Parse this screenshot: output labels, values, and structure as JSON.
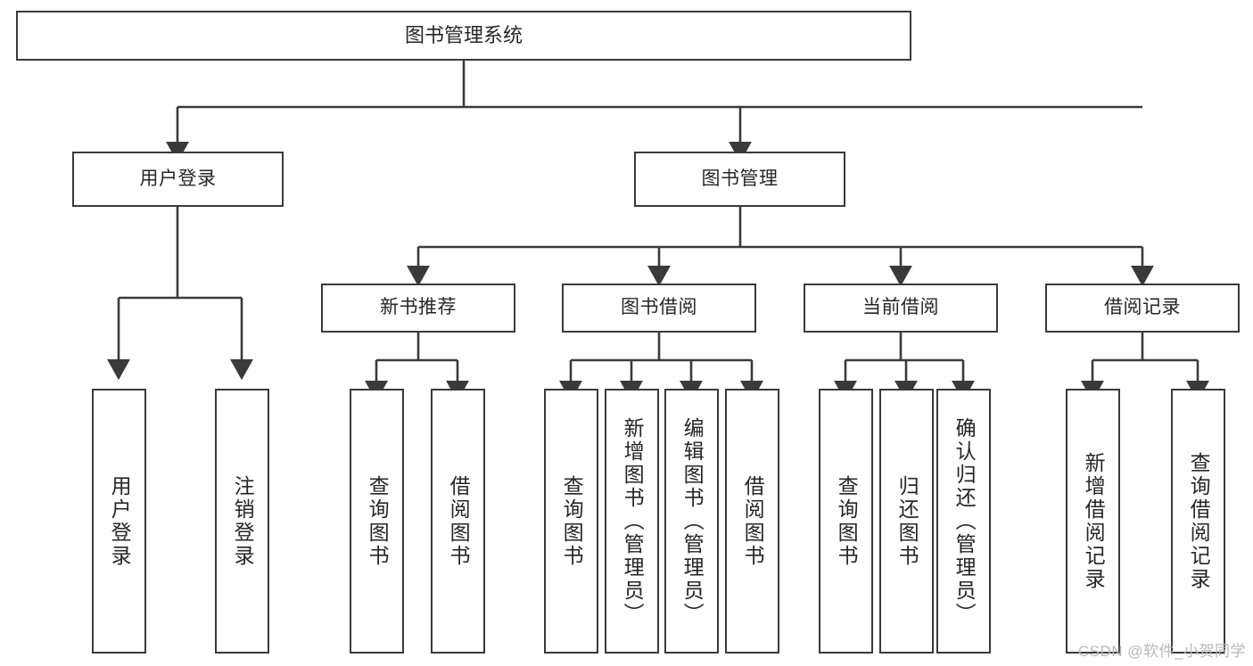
{
  "diagram": {
    "title": "图书管理系统",
    "type": "tree-hierarchy-chart",
    "colors": {
      "box_border": "#3a3a3a",
      "box_fill": "#ffffff",
      "connector": "#3a3a3a",
      "text": "#262626",
      "watermark": "#b9b9b9",
      "background": "#ffffff"
    },
    "levels": {
      "root": {
        "label": "图书管理系统"
      },
      "level2": [
        {
          "id": "user-login",
          "label": "用户登录"
        },
        {
          "id": "book-management",
          "label": "图书管理"
        }
      ],
      "level3": [
        {
          "id": "new-book-recommend",
          "label": "新书推荐",
          "parent": "book-management"
        },
        {
          "id": "book-borrow",
          "label": "图书借阅",
          "parent": "book-management"
        },
        {
          "id": "current-borrow",
          "label": "当前借阅",
          "parent": "book-management"
        },
        {
          "id": "borrow-record",
          "label": "借阅记录",
          "parent": "book-management"
        }
      ],
      "leaves": [
        {
          "id": "leaf-user-login",
          "label": "用户登录",
          "parent": "user-login"
        },
        {
          "id": "leaf-logout",
          "label": "注销登录",
          "parent": "user-login"
        },
        {
          "id": "leaf-query-book-1",
          "label": "查询图书",
          "parent": "new-book-recommend"
        },
        {
          "id": "leaf-borrow-book-1",
          "label": "借阅图书",
          "parent": "new-book-recommend"
        },
        {
          "id": "leaf-query-book-2",
          "label": "查询图书",
          "parent": "book-borrow"
        },
        {
          "id": "leaf-add-book",
          "label": "新增图书（管理员）",
          "parent": "book-borrow"
        },
        {
          "id": "leaf-edit-book",
          "label": "编辑图书（管理员）",
          "parent": "book-borrow"
        },
        {
          "id": "leaf-borrow-book-2",
          "label": "借阅图书",
          "parent": "book-borrow"
        },
        {
          "id": "leaf-query-book-3",
          "label": "查询图书",
          "parent": "current-borrow"
        },
        {
          "id": "leaf-return-book",
          "label": "归还图书",
          "parent": "current-borrow"
        },
        {
          "id": "leaf-confirm-return",
          "label": "确认归还（管理员）",
          "parent": "current-borrow"
        },
        {
          "id": "leaf-add-record",
          "label": "新增借阅记录",
          "parent": "borrow-record"
        },
        {
          "id": "leaf-query-record",
          "label": "查询借阅记录",
          "parent": "borrow-record"
        }
      ]
    },
    "watermark": "CSDN @软件_小贺同学"
  }
}
